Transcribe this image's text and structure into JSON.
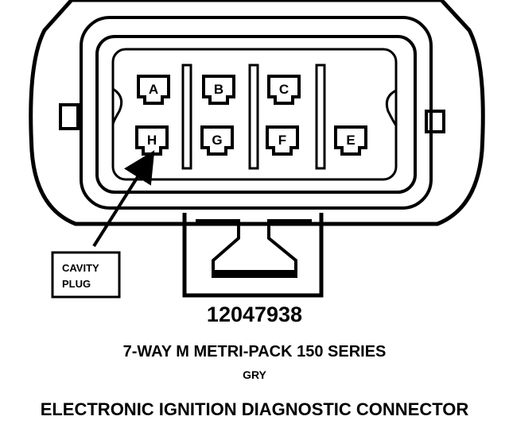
{
  "diagram": {
    "pins": [
      {
        "label": "A"
      },
      {
        "label": "B"
      },
      {
        "label": "C"
      },
      {
        "label": "H"
      },
      {
        "label": "G"
      },
      {
        "label": "F"
      },
      {
        "label": "E"
      }
    ],
    "callout": {
      "line1": "CAVITY",
      "line2": "PLUG"
    }
  },
  "captions": {
    "part_number": "12047938",
    "series": "7-WAY M METRI-PACK 150 SERIES",
    "color": "GRY",
    "title": "ELECTRONIC IGNITION DIAGNOSTIC CONNECTOR"
  },
  "colors": {
    "ink": "#000000",
    "paper": "#ffffff"
  }
}
